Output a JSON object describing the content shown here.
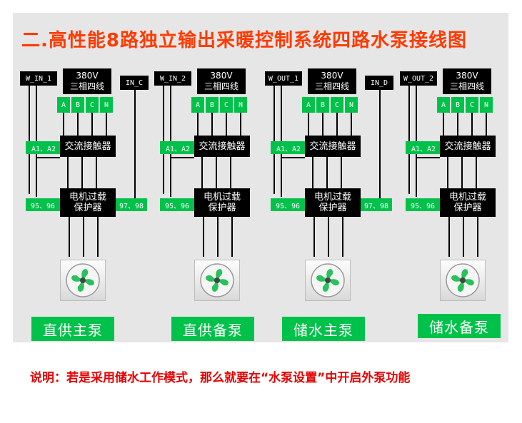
{
  "title": "二.高性能8路独立输出采暖控制系统四路水泵接线图",
  "modules": [
    {
      "input": "W_IN_1",
      "power": "380V\n三相四线",
      "aux": "IN_C",
      "contactor": "交流接触器",
      "coil": "A1、A2",
      "overload": "电机过载\n保护器",
      "nc": "95、96",
      "no": "97、98",
      "pump": "直供主泵"
    },
    {
      "input": "W_IN_2",
      "power": "380V\n三相四线",
      "aux": "",
      "contactor": "交流接触器",
      "coil": "A1、A2",
      "overload": "电机过载\n保护器",
      "nc": "95、96",
      "no": "",
      "pump": "直供备泵"
    },
    {
      "input": "W_OUT_1",
      "power": "380V\n三相四线",
      "aux": "IN_D",
      "contactor": "交流接触器",
      "coil": "A1、A2",
      "overload": "电机过载\n保护器",
      "nc": "95、96",
      "no": "97、98",
      "pump": "储水主泵"
    },
    {
      "input": "W_OUT_2",
      "power": "380V\n三相四线",
      "aux": "",
      "contactor": "交流接触器",
      "coil": "A1、A2",
      "overload": "电机过载\n保护器",
      "nc": "95、96",
      "no": "",
      "pump": "储水备泵"
    }
  ],
  "phases": [
    "A",
    "B",
    "C",
    "N"
  ],
  "note": "说明：若是采用储水工作模式，那么就要在“水泵设置”中开启外泵功能",
  "colors": {
    "title": "#ff3a00",
    "note": "#e60000",
    "green": "#00c24a",
    "panel": "#e6e6e6"
  }
}
